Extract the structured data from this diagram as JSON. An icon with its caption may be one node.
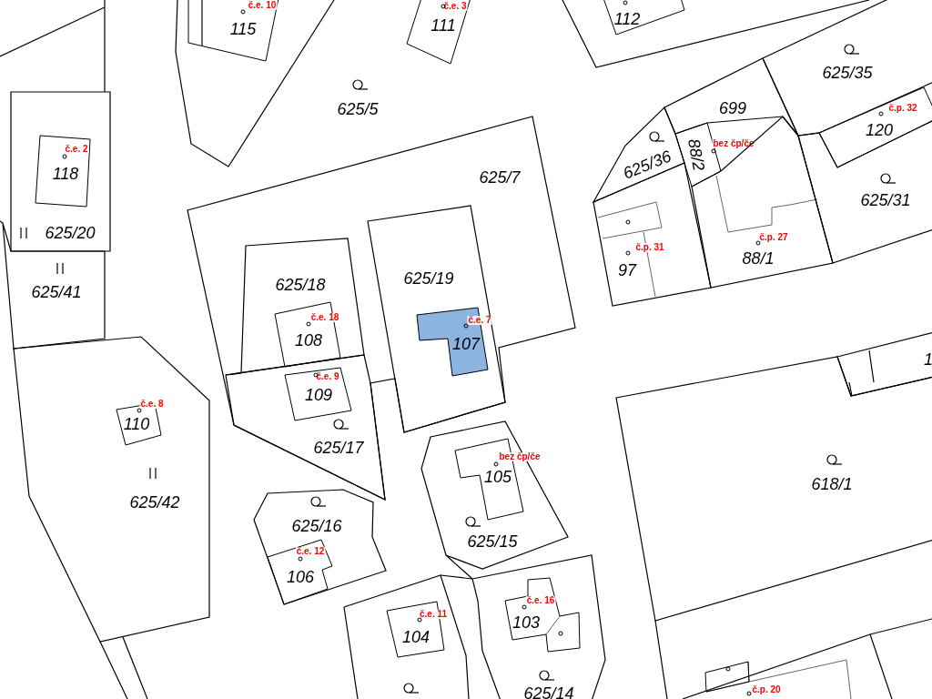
{
  "diagram": {
    "nodes": [
      {
        "text": [
          "č.e. 10",
          "115"
        ]
      },
      {
        "text": [
          "č.e. 3",
          "111"
        ]
      },
      {
        "text": [
          "112"
        ]
      },
      {
        "text": [
          "625/35"
        ]
      },
      {
        "text": [
          "699"
        ]
      },
      {
        "text": [
          "č.p. 32",
          "120"
        ]
      },
      {
        "text": [
          "625/20"
        ]
      },
      {
        "text": [
          "č.e. 2",
          "118"
        ],
        "in": 6
      },
      {
        "text": [
          "625/36"
        ]
      },
      {
        "text": [
          "88/2"
        ],
        "beside": [
          "bez čp/če"
        ]
      },
      {
        "text": [
          "625/7"
        ]
      },
      {
        "text": [
          "625/31"
        ]
      },
      {
        "text": [
          "č.p. 31",
          "97"
        ]
      },
      {
        "text": [
          "č.p. 27",
          "88/1"
        ]
      },
      {
        "text": [
          "625/41"
        ]
      },
      {
        "text": [
          "625/19"
        ],
        "in": 10
      },
      {
        "text": [
          "č.e. 7",
          "107"
        ],
        "in": 15
      },
      {
        "text": [
          "625/18"
        ],
        "in": 10
      },
      {
        "text": [
          "č.e. 18",
          "108"
        ],
        "in": 17
      },
      {
        "text": [
          "1"
        ]
      },
      {
        "text": [
          "625/42"
        ]
      },
      {
        "text": [
          "č.e. 8",
          "110"
        ],
        "in": 20
      },
      {
        "text": [
          "625/17"
        ],
        "in": 10
      },
      {
        "text": [
          "č.e. 9",
          "109"
        ],
        "in": 22
      },
      {
        "text": [
          "618/1"
        ]
      },
      {
        "text": [
          "625/15"
        ]
      },
      {
        "text": [
          "bez čp/če",
          "105"
        ],
        "in": 25
      },
      {
        "text": [
          "625/16"
        ]
      },
      {
        "text": [
          "č.e. 12",
          "106"
        ],
        "in": 27
      },
      {
        "text": [
          "č.e. 11",
          "104"
        ]
      },
      {
        "text": [
          "625/14"
        ]
      },
      {
        "text": [
          "č.e. 16",
          "103"
        ],
        "in": 30
      },
      {
        "text": [
          "č.p. 20"
        ]
      }
    ],
    "labels": [
      "625/5"
    ]
  }
}
